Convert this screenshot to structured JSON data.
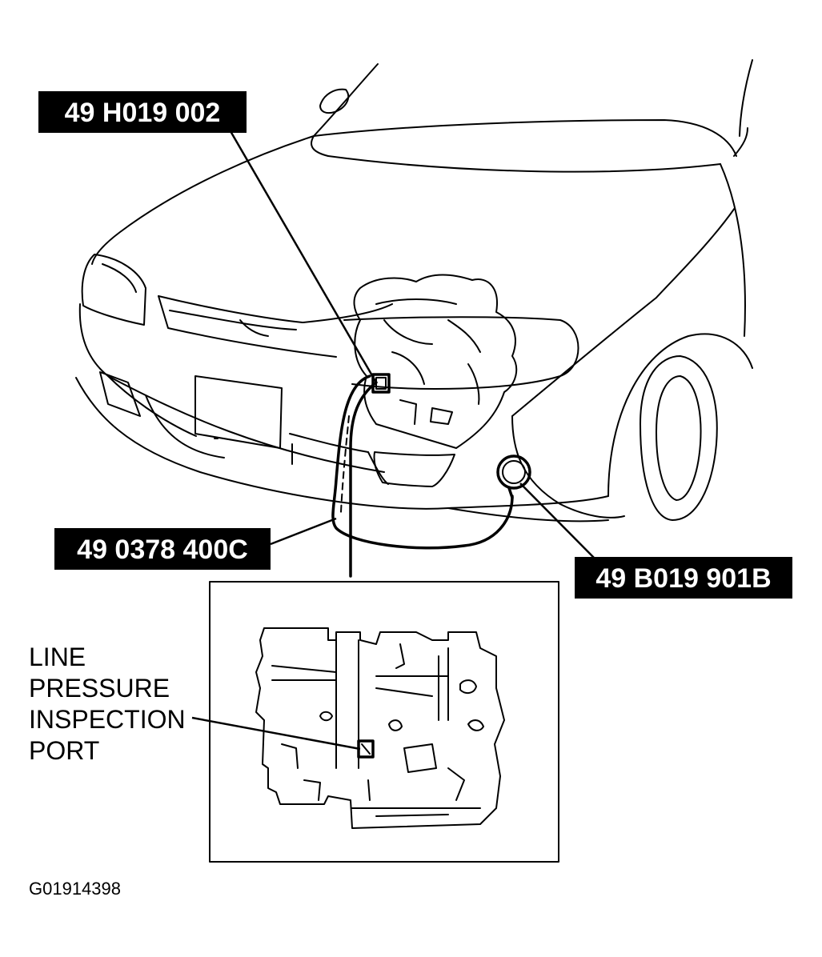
{
  "callouts": {
    "adapter": "49 H019 002",
    "hose": "49 0378 400C",
    "gauge": "49 B019 901B"
  },
  "inset_label": [
    "LINE",
    "PRESSURE",
    "INSPECTION",
    "PORT"
  ],
  "figure_id": "G01914398"
}
